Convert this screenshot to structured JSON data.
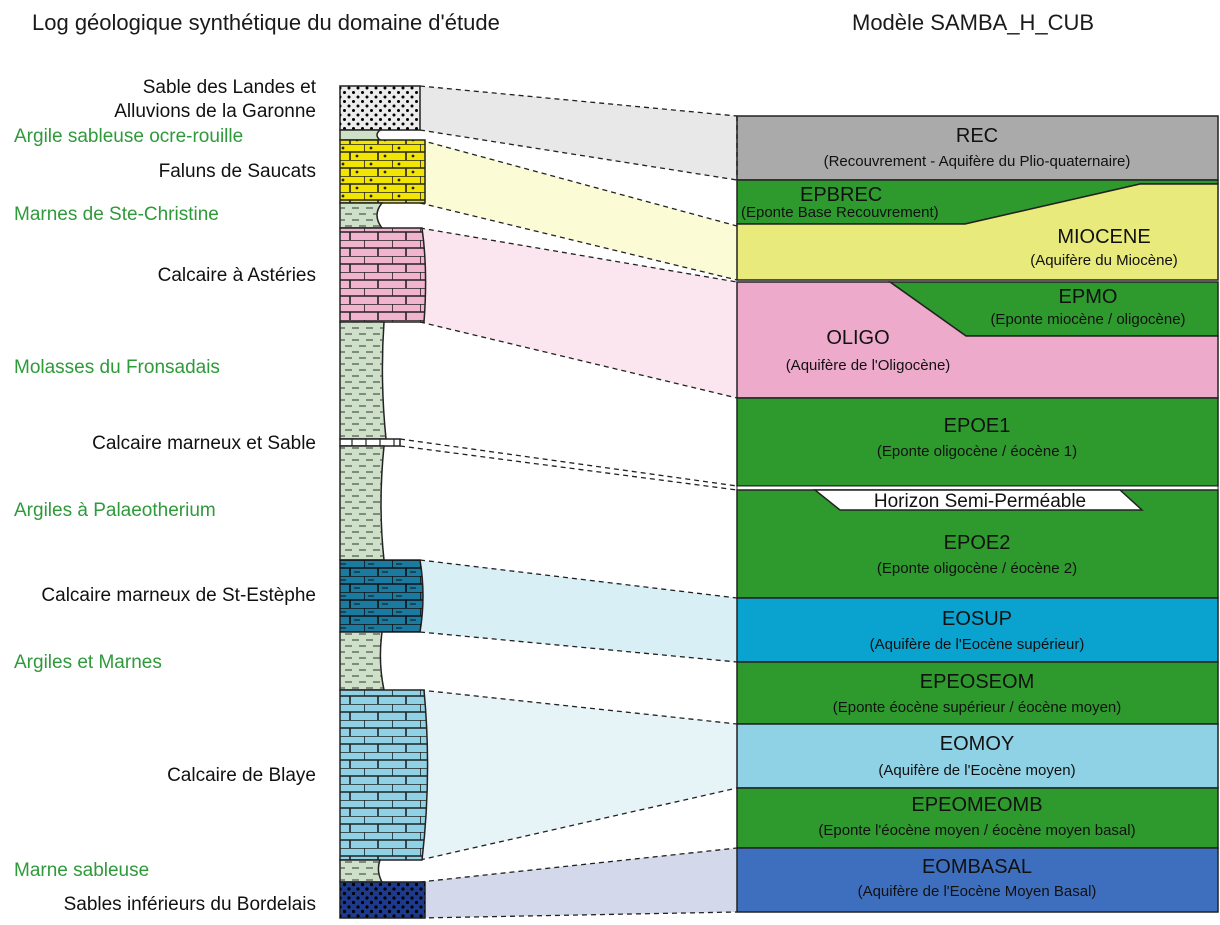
{
  "titles": {
    "left": "Log géologique synthétique du domaine d'étude",
    "right": "Modèle SAMBA_H_CUB"
  },
  "formations": [
    {
      "id": "sable-landes",
      "lines": [
        "Sable des Landes et",
        "Alluvions de la Garonne"
      ],
      "color_class": "black"
    },
    {
      "id": "argile-ocre",
      "lines": [
        "Argile sableuse ocre-rouille"
      ],
      "color_class": "green"
    },
    {
      "id": "faluns",
      "lines": [
        "Faluns de Saucats"
      ],
      "color_class": "black"
    },
    {
      "id": "marnes-christine",
      "lines": [
        "Marnes de Ste-Christine"
      ],
      "color_class": "green"
    },
    {
      "id": "calcaire-asteries",
      "lines": [
        "Calcaire à Astéries"
      ],
      "color_class": "black"
    },
    {
      "id": "molasses",
      "lines": [
        "Molasses du Fronsadais"
      ],
      "color_class": "green"
    },
    {
      "id": "calcaire-marneux-sable",
      "lines": [
        "Calcaire marneux et Sable"
      ],
      "color_class": "black"
    },
    {
      "id": "argiles-palaeo",
      "lines": [
        "Argiles à Palaeotherium"
      ],
      "color_class": "green"
    },
    {
      "id": "calcaire-estephe",
      "lines": [
        "Calcaire marneux de St-Estèphe"
      ],
      "color_class": "black"
    },
    {
      "id": "argiles-marnes",
      "lines": [
        "Argiles et Marnes"
      ],
      "color_class": "green"
    },
    {
      "id": "calcaire-blaye",
      "lines": [
        "Calcaire de Blaye"
      ],
      "color_class": "black"
    },
    {
      "id": "marne-sableuse",
      "lines": [
        "Marne sableuse"
      ],
      "color_class": "green"
    },
    {
      "id": "sables-bordelais",
      "lines": [
        "Sables inférieurs du Bordelais"
      ],
      "color_class": "black"
    }
  ],
  "model_layers": [
    {
      "id": "rec",
      "code": "REC",
      "desc": "(Recouvrement - Aquifère du Plio-quaternaire)",
      "color": "#aaaaaa"
    },
    {
      "id": "epbrec",
      "code": "EPBREC",
      "desc": "(Eponte Base Recouvrement)",
      "color": "#2e9a2e"
    },
    {
      "id": "miocene",
      "code": "MIOCENE",
      "desc": "(Aquifère du Miocène)",
      "color": "#e9ea7c"
    },
    {
      "id": "epmo",
      "code": "EPMO",
      "desc": "(Eponte miocène / oligocène)",
      "color": "#2e9a2e"
    },
    {
      "id": "oligo",
      "code": "OLIGO",
      "desc": "(Aquifère de l'Oligocène)",
      "color": "#eeaacb"
    },
    {
      "id": "epoe1",
      "code": "EPOE1",
      "desc": "(Eponte oligocène / éocène 1)",
      "color": "#2e9a2e"
    },
    {
      "id": "horizon",
      "code": "Horizon Semi-Perméable",
      "desc": "",
      "color": "#ffffff"
    },
    {
      "id": "epoe2",
      "code": "EPOE2",
      "desc": "(Eponte oligocène / éocène 2)",
      "color": "#2e9a2e"
    },
    {
      "id": "eosup",
      "code": "EOSUP",
      "desc": "(Aquifère de l'Eocène supérieur)",
      "color": "#0aa2cf"
    },
    {
      "id": "epeoseom",
      "code": "EPEOSEOM",
      "desc": "(Eponte éocène supérieur / éocène moyen)",
      "color": "#2e9a2e"
    },
    {
      "id": "eomoy",
      "code": "EOMOY",
      "desc": "(Aquifère de l'Eocène moyen)",
      "color": "#8fd2e6"
    },
    {
      "id": "epeomeomb",
      "code": "EPEOMEOMB",
      "desc": "(Eponte l'éocène moyen / éocène moyen basal)",
      "color": "#2e9a2e"
    },
    {
      "id": "eombasal",
      "code": "EOMBASAL",
      "desc": "(Aquifère de l'Eocène Moyen Basal)",
      "color": "#3e6fbe"
    }
  ],
  "lithology_colors": {
    "sand": "#ececec",
    "marl": "#cfe0c8",
    "faluns": "#f2e600",
    "calcaire_asteries": "#f2b3cf",
    "calcaire_estephe": "#1a7aa0",
    "calcaire_blaye": "#8fd2e6",
    "sables_bordelais": "#1d3a8c"
  },
  "correlation_colors": {
    "rec": "#e8e8e8",
    "miocene": "#fbfbd6",
    "oligo": "#fbe6f0",
    "eosup": "#d9eff6",
    "eomoy": "#e6f4f8",
    "eombasal": "#d3d9ea"
  }
}
